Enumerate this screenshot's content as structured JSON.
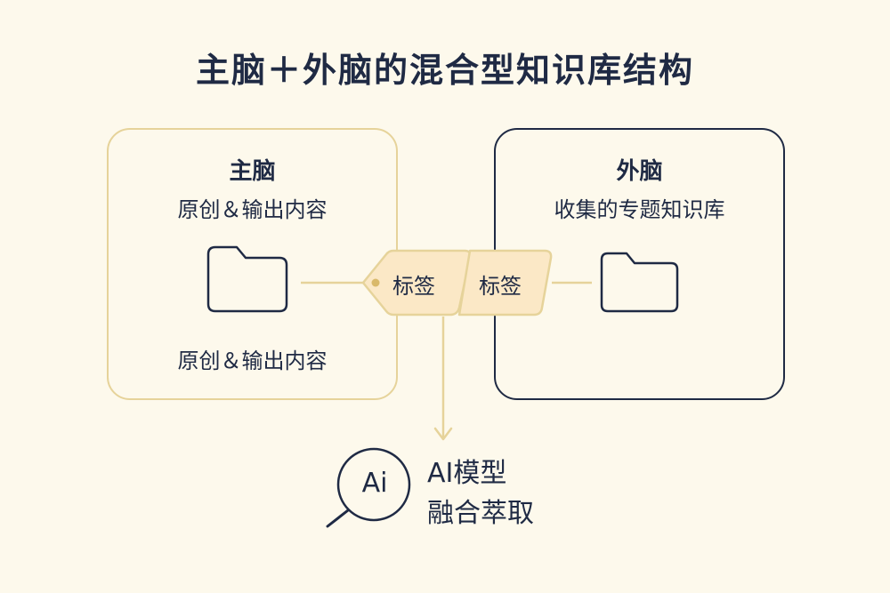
{
  "title": "主脑＋外脑的混合型知识库结构",
  "left_box": {
    "title": "主脑",
    "subtitle": "原创＆输出内容",
    "bottom_text": "原创＆输出内容"
  },
  "right_box": {
    "title": "外脑",
    "subtitle": "收集的专题知识库"
  },
  "tags": {
    "left": "标签",
    "right": "标签"
  },
  "ai": {
    "icon_text": "Ai",
    "line1": "AI模型",
    "line2": "融合萃取"
  },
  "colors": {
    "background": "#fdf9ec",
    "navy": "#1f2a44",
    "gold": "#e6d39a",
    "tag_fill": "#fbe8c6"
  },
  "icons": [
    "folder-icon",
    "folder-icon",
    "tag-icon",
    "tag-icon",
    "magnifier-icon",
    "arrow-down-icon"
  ]
}
